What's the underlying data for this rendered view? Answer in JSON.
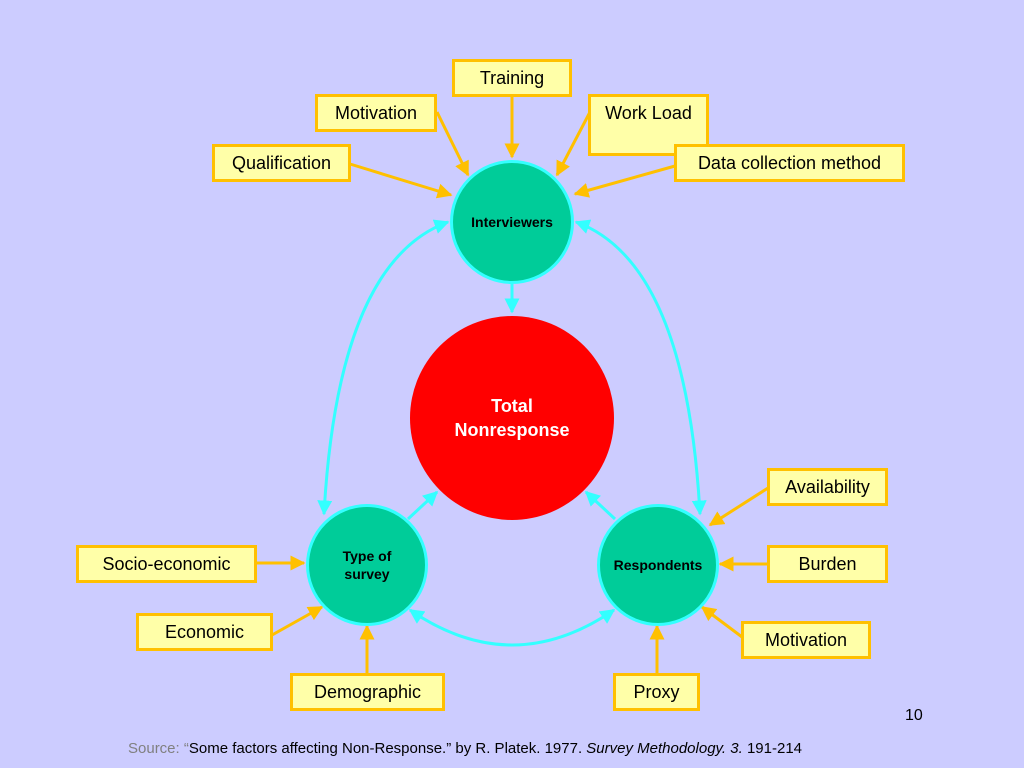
{
  "nodes": {
    "interviewers": "Interviewers",
    "total": "Total\nNonresponse",
    "type_of_survey": "Type of\nsurvey",
    "respondents": "Respondents"
  },
  "boxes": {
    "training": "Training",
    "motivation_top": "Motivation",
    "work_load": "Work Load",
    "qualification": "Qualification",
    "data_collection": "Data collection method",
    "availability": "Availability",
    "burden": "Burden",
    "motivation_right": "Motivation",
    "proxy": "Proxy",
    "socio_economic": "Socio-economic",
    "economic": "Economic",
    "demographic": "Demographic"
  },
  "page_number": "10",
  "source": {
    "label": "Source: “",
    "title": "Some factors affecting Non-Response.” by R. Platek. 1977. ",
    "journal": "Survey Methodology. 3.",
    "pages": " 191-214"
  },
  "colors": {
    "background": "#ccccff",
    "box_fill": "#ffffa8",
    "box_border": "#ffc000",
    "node_fill": "#00cc99",
    "node_border": "#33ffff",
    "center_fill": "#ff0000",
    "cyan_arrow": "#33ffff",
    "orange_arrow": "#ffc000"
  }
}
